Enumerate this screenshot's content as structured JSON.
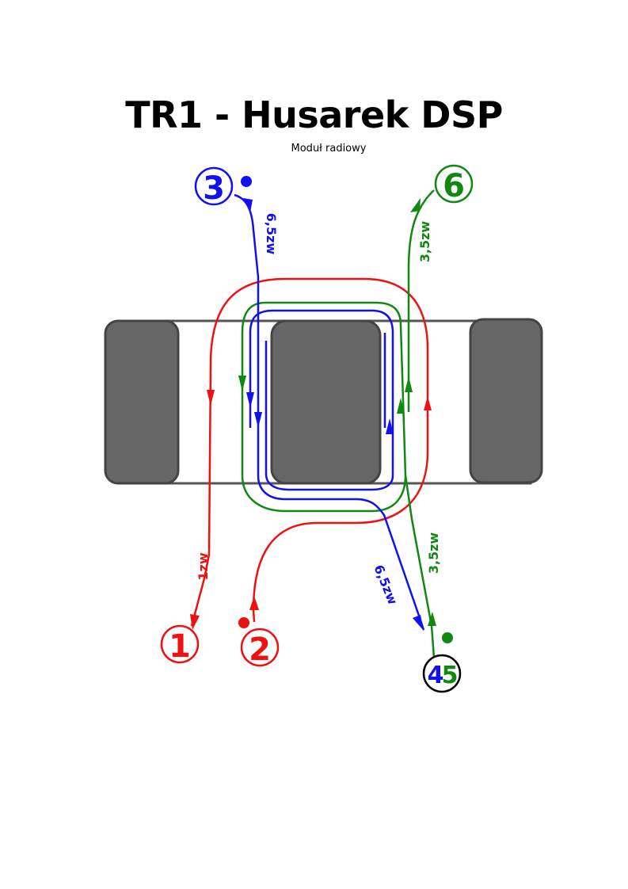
{
  "header": {
    "title": "TR1 - Husarek DSP",
    "subtitle": "Moduł radiowy"
  },
  "colors": {
    "winding_1_2": "#ee1111",
    "winding_3_4": "#1111ee",
    "winding_5_6": "#118811",
    "core": "#666666",
    "core_outline": "#444444"
  },
  "pins": {
    "p1": "1",
    "p2": "2",
    "p3": "3",
    "p4": "4",
    "p5": "5",
    "p6": "6"
  },
  "windings": {
    "red_turns": "1zw",
    "blue_turns_top": "6,5zw",
    "blue_turns_bottom": "6,5zw",
    "green_turns_top": "3,5zw",
    "green_turns_bottom": "3,5zw"
  }
}
